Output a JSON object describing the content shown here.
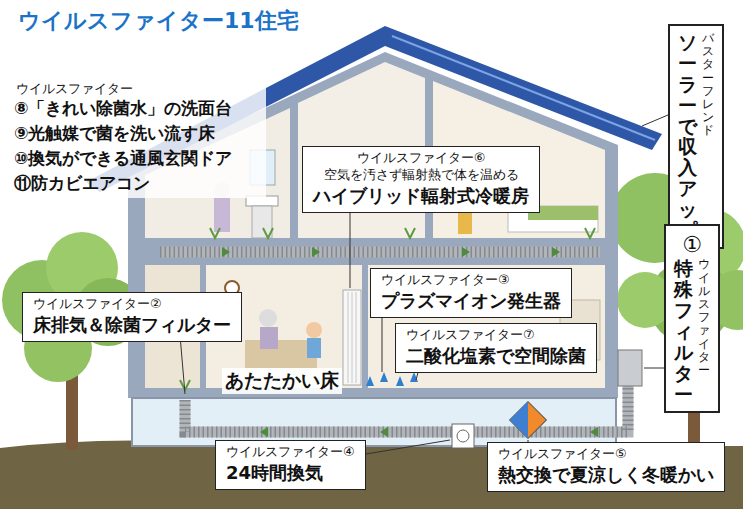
{
  "diagram": {
    "title": "ウイルスファイター11住宅",
    "nodes": [
      {
        "text": [
          "バスターフレンド",
          "ソーラーで収入アップ"
        ]
      },
      {
        "text": [
          "ウイルスファイター⑥",
          "空気を汚さず輻射熱で体を温める",
          "ハイブリッド輻射式冷暖房"
        ]
      },
      {
        "text": [
          "①",
          "ウイルスファイター",
          "特殊フィルター"
        ]
      },
      {
        "text": [
          "ウイルスファイター③",
          "プラズマイオン発生器"
        ]
      },
      {
        "text": [
          "ウイルスファイター②",
          "床排気＆除菌フィルター"
        ]
      },
      {
        "text": [
          "ウイルスファイター⑦",
          "二酸化塩素で空間除菌"
        ]
      },
      {
        "text": [
          "ウイルスファイター④",
          "24時間換気"
        ]
      },
      {
        "text": [
          "ウイルスファイター⑤",
          "熱交換で夏涼しく冬暖かい"
        ]
      }
    ],
    "labels": [
      "ウイルスファイター",
      "⑧「きれい除菌水」の洗面台",
      "⑨光触媒で菌を洗い流す床",
      "⑩換気ができる通風玄関ドア",
      "⑪防カビエアコン",
      "あたたかい床"
    ]
  }
}
